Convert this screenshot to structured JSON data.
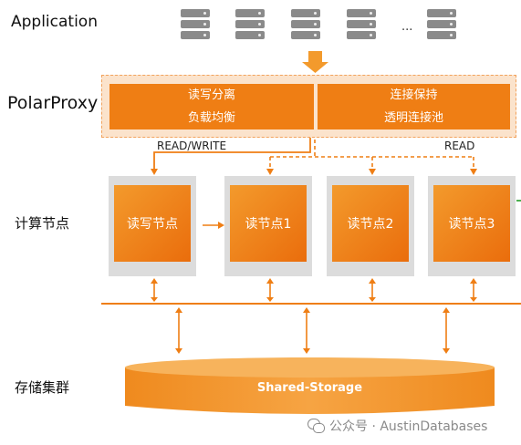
{
  "rows": {
    "application": "Application",
    "proxy": "PolarProxy",
    "compute": "计算节点",
    "storage": "存储集群"
  },
  "proxy": {
    "left_line1": "读写分离",
    "left_line2": "负载均衡",
    "right_line1": "连接保持",
    "right_line2": "透明连接池"
  },
  "edges": {
    "read_write": "READ/WRITE",
    "read": "READ"
  },
  "ellipsis": "...",
  "nodes": [
    "读写节点",
    "读节点1",
    "读节点2",
    "读节点3"
  ],
  "storage_label": "Shared-Storage",
  "watermark": "公众号 · AustinDatabases",
  "colors": {
    "accent": "#ef7e14",
    "server": "#8a8a8a",
    "card": "#dcdcdc"
  }
}
